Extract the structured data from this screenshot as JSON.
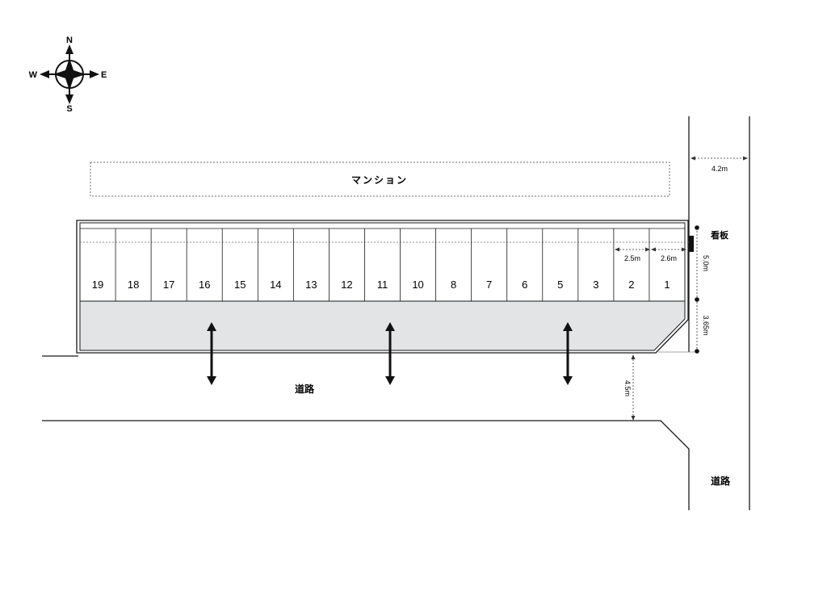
{
  "compass": {
    "n": "N",
    "s": "S",
    "e": "E",
    "w": "W"
  },
  "building_label": "マンション",
  "signboard_label": "看板",
  "road_label_south": "道路",
  "road_label_east": "道路",
  "dimensions": {
    "east_road_width": "4.2m",
    "space_width_a": "2.5m",
    "space_width_b": "2.6m",
    "space_depth": "5.0m",
    "aisle_depth": "3.65m",
    "south_road_width": "4.5m"
  },
  "spaces": [
    "19",
    "18",
    "17",
    "16",
    "15",
    "14",
    "13",
    "12",
    "11",
    "10",
    "8",
    "7",
    "6",
    "5",
    "3",
    "2",
    "1"
  ],
  "entrance_arrows": 3,
  "colors": {
    "aisle": "#e3e4e6",
    "line": "#1a1a1a",
    "dashed": "#6b6b6b"
  }
}
